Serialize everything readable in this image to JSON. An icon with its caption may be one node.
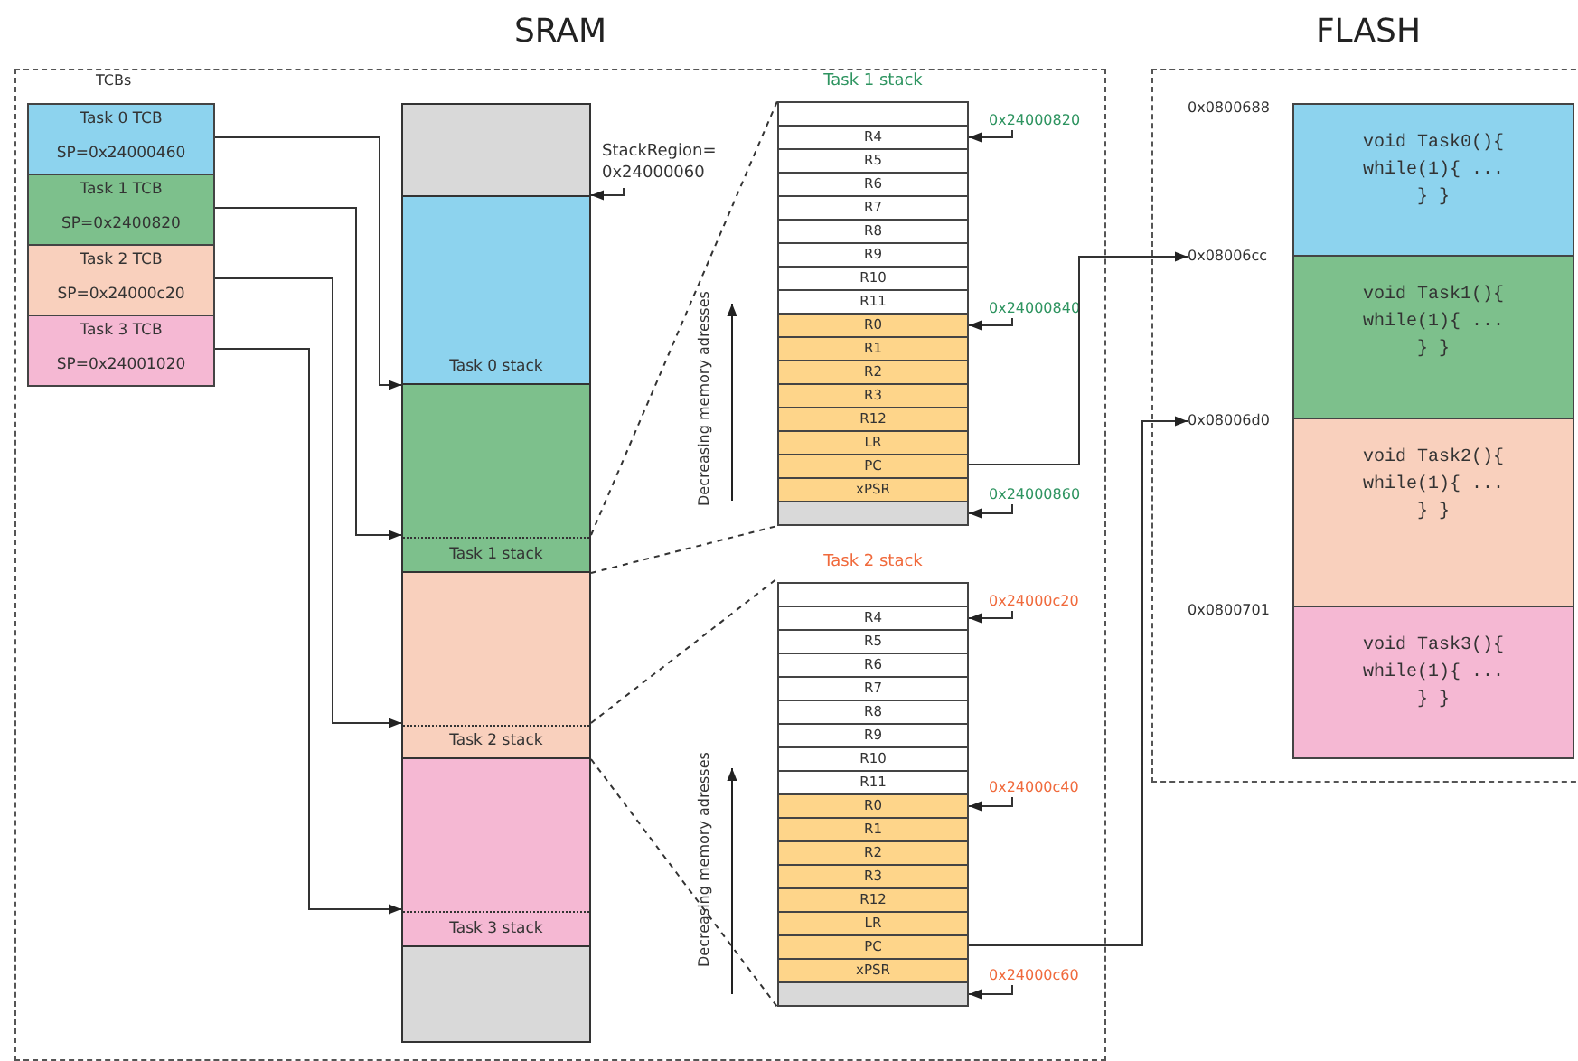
{
  "diagram": {
    "nodes": [
      {
        "text": [
          "SRAM"
        ]
      },
      {
        "text": [
          "FLASH"
        ]
      },
      {
        "text": [
          "Task 0 TCB",
          "SP=0x24000460"
        ],
        "in": 0
      },
      {
        "text": [
          "Task 1 TCB",
          "SP=0x2400820"
        ],
        "in": 0
      },
      {
        "text": [
          "Task 2 TCB",
          "SP=0x24000c20"
        ],
        "in": 0
      },
      {
        "text": [
          "Task 3 TCB",
          "SP=0x24001020"
        ],
        "in": 0
      },
      {
        "text": [],
        "shape": "box",
        "in": 0
      },
      {
        "text": [
          "Task 0 stack"
        ],
        "in": 0
      },
      {
        "text": [
          "Task 1 stack"
        ],
        "in": 0
      },
      {
        "text": [
          "Task 2 stack"
        ],
        "in": 0
      },
      {
        "text": [
          "Task 3 stack"
        ],
        "in": 0
      },
      {
        "text": [],
        "shape": "box",
        "in": 0
      },
      {
        "text": [
          "StackRegion= 0x24000060"
        ],
        "in": 0
      },
      {
        "text": [
          "Task 1 stack"
        ],
        "in": 0
      },
      {
        "text": [],
        "shape": "box",
        "in": 13
      },
      {
        "text": [
          "R4"
        ],
        "in": 13
      },
      {
        "text": [
          "R5"
        ],
        "in": 13
      },
      {
        "text": [
          "R6"
        ],
        "in": 13
      },
      {
        "text": [
          "R7"
        ],
        "in": 13
      },
      {
        "text": [
          "R8"
        ],
        "in": 13
      },
      {
        "text": [
          "R9"
        ],
        "in": 13
      },
      {
        "text": [
          "R10"
        ],
        "in": 13
      },
      {
        "text": [
          "R11"
        ],
        "in": 13
      },
      {
        "text": [
          "R0"
        ],
        "in": 13
      },
      {
        "text": [
          "R1"
        ],
        "in": 13
      },
      {
        "text": [
          "R2"
        ],
        "in": 13
      },
      {
        "text": [
          "R3"
        ],
        "in": 13
      },
      {
        "text": [
          "R12"
        ],
        "in": 13
      },
      {
        "text": [
          "LR"
        ],
        "in": 13
      },
      {
        "text": [
          "PC"
        ],
        "in": 13
      },
      {
        "text": [
          "xPSR"
        ],
        "in": 13
      },
      {
        "text": [],
        "shape": "box",
        "in": 13
      },
      {
        "text": [
          "0x24000820"
        ],
        "in": 0
      },
      {
        "text": [
          "0x24000840"
        ],
        "in": 0
      },
      {
        "text": [
          "0x24000860"
        ],
        "in": 0
      },
      {
        "text": [
          "Task 2 stack"
        ],
        "in": 0
      },
      {
        "text": [],
        "shape": "box",
        "in": 35
      },
      {
        "text": [
          "R4"
        ],
        "in": 35
      },
      {
        "text": [
          "R5"
        ],
        "in": 35
      },
      {
        "text": [
          "R6"
        ],
        "in": 35
      },
      {
        "text": [
          "R7"
        ],
        "in": 35
      },
      {
        "text": [
          "R8"
        ],
        "in": 35
      },
      {
        "text": [
          "R9"
        ],
        "in": 35
      },
      {
        "text": [
          "R10"
        ],
        "in": 35
      },
      {
        "text": [
          "R11"
        ],
        "in": 35
      },
      {
        "text": [
          "R0"
        ],
        "in": 35
      },
      {
        "text": [
          "R1"
        ],
        "in": 35
      },
      {
        "text": [
          "R2"
        ],
        "in": 35
      },
      {
        "text": [
          "R3"
        ],
        "in": 35
      },
      {
        "text": [
          "R12"
        ],
        "in": 35
      },
      {
        "text": [
          "LR"
        ],
        "in": 35
      },
      {
        "text": [
          "PC"
        ],
        "in": 35
      },
      {
        "text": [
          "xPSR"
        ],
        "in": 35
      },
      {
        "text": [],
        "shape": "box",
        "in": 35
      },
      {
        "text": [
          "0x24000c20"
        ],
        "in": 0
      },
      {
        "text": [
          "0x24000c40"
        ],
        "in": 0
      },
      {
        "text": [
          "0x24000c60"
        ],
        "in": 0
      },
      {
        "text": [
          "0x0800688"
        ],
        "in": 1
      },
      {
        "text": [
          "void Task0(){ while(1){ ... } }"
        ],
        "in": 1
      },
      {
        "text": [
          "0x08006cc"
        ],
        "in": 1
      },
      {
        "text": [
          "void Task1(){ while(1){ ... } }"
        ],
        "in": 1
      },
      {
        "text": [
          "0x08006d0"
        ],
        "in": 1
      },
      {
        "text": [
          "void Task2(){ while(1){ ... } }"
        ],
        "in": 1
      },
      {
        "text": [
          "0x0800701"
        ],
        "in": 1
      },
      {
        "text": [
          "void Task3(){ while(1){ ... } }"
        ],
        "in": 1
      }
    ],
    "edges": [
      {
        "from": 2,
        "to": 7,
        "arrow": "to"
      },
      {
        "from": 3,
        "to": 8,
        "arrow": "to"
      },
      {
        "from": 4,
        "to": 9,
        "arrow": "to"
      },
      {
        "from": 5,
        "to": 10,
        "arrow": "to"
      },
      {
        "from": 12,
        "to": 7,
        "arrow": "to"
      },
      {
        "from": 32,
        "to": 15,
        "arrow": "to"
      },
      {
        "from": 33,
        "to": 23,
        "arrow": "to"
      },
      {
        "from": 34,
        "to": 31,
        "arrow": "to"
      },
      {
        "from": 29,
        "to": 59,
        "arrow": "to"
      },
      {
        "from": 8,
        "to": 13,
        "arrow": "none",
        "style": "dashed"
      },
      {
        "from": 8,
        "to": 13,
        "arrow": "none",
        "style": "dashed"
      },
      {
        "from": 9,
        "to": 35,
        "arrow": "none",
        "style": "dashed"
      },
      {
        "from": 9,
        "to": 35,
        "arrow": "none",
        "style": "dashed"
      },
      {
        "from": 54,
        "to": 37,
        "arrow": "to"
      },
      {
        "from": 55,
        "to": 45,
        "arrow": "to"
      },
      {
        "from": 56,
        "to": 53,
        "arrow": "to"
      },
      {
        "from": 51,
        "to": 61,
        "arrow": "to"
      }
    ],
    "labels": [
      "TCBs",
      "Decreasing memory adresses",
      "Decreasing memory adresses"
    ]
  }
}
